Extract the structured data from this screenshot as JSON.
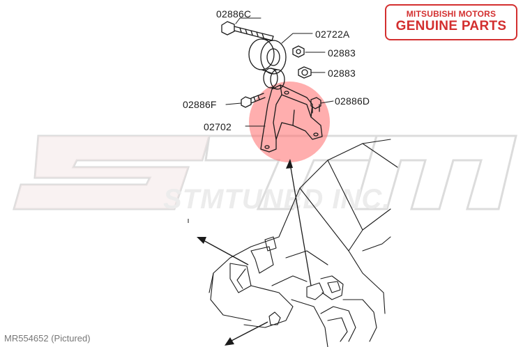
{
  "badge": {
    "line1": "MITSUBISHI MOTORS",
    "line2": "GENUINE PARTS",
    "color": "#d32f2f"
  },
  "watermark": {
    "logo_text": "STM",
    "tagline": "STMTUNED INC."
  },
  "callouts": {
    "c1": "02886C",
    "c2": "02722A",
    "c3": "02883",
    "c4": "02883",
    "c5": "02886F",
    "c6": "02886D",
    "c7": "02702"
  },
  "caption": "MR554652  (Pictured)",
  "highlight_color": "#ff6b6b"
}
